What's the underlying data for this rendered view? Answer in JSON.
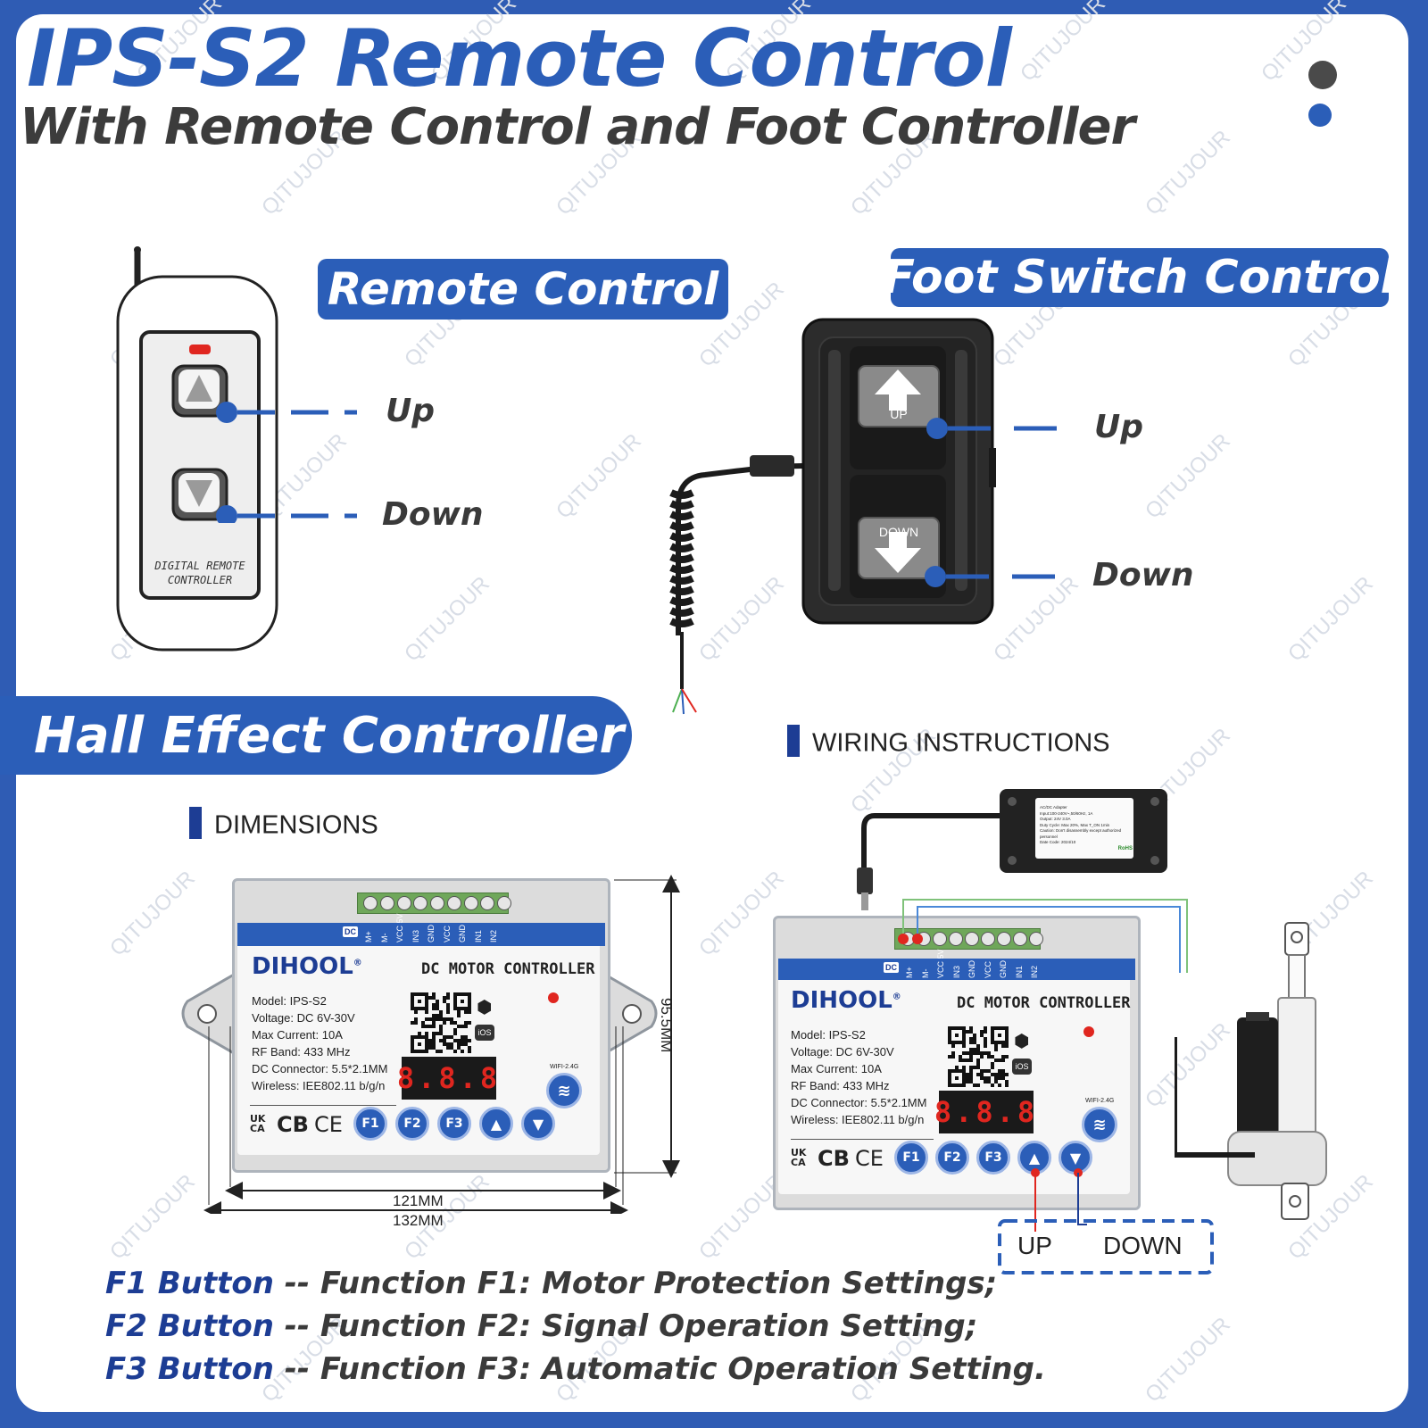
{
  "header": {
    "title": "IPS-S2 Remote Control",
    "subtitle": "With Remote Control and Foot Controller"
  },
  "colors": {
    "accent_blue": "#2b5eb8",
    "dark_blue": "#1d3d94",
    "led_red": "#e0261f",
    "terminal_green": "#6fa75a"
  },
  "remote_section": {
    "title": "Remote Control",
    "device_label_line1": "DIGITAL REMOTE",
    "device_label_line2": "CONTROLLER",
    "up_label": "Up",
    "down_label": "Down"
  },
  "foot_section": {
    "title": "Foot Switch Control",
    "up_button_text": "UP",
    "down_button_text": "DOWN",
    "up_label": "Up",
    "down_label": "Down"
  },
  "hall_section": {
    "title": "Hall Effect Controller",
    "dimensions_heading": "DIMENSIONS",
    "wiring_heading": "WIRING INSTRUCTIONS",
    "dim_inner_width": "121MM",
    "dim_outer_width": "132MM",
    "dim_height": "95.5MM",
    "wiring_up": "UP",
    "wiring_down": "DOWN"
  },
  "controller_unit": {
    "brand": "DIHOOL",
    "brand_mark": "®",
    "product": "DC MOTOR CONTROLLER",
    "dc_badge": "DC",
    "pin_labels": [
      "M+",
      "M-",
      "VCC 5V",
      "IN3",
      "GND",
      "VCC",
      "GND",
      "IN1",
      "IN2"
    ],
    "specs": [
      "Model: IPS-S2",
      "Voltage: DC 6V-30V",
      "Max Current: 10A",
      "RF Band: 433 MHz",
      "DC Connector: 5.5*2.1MM",
      "Wireless: IEE802.11 b/g/n"
    ],
    "display": "8.8.8",
    "ios_badge": "iOS",
    "wifi_label": "WIFI-2.4G",
    "cert_ukca_top": "UK",
    "cert_ukca_bottom": "CA",
    "cert_cb": "CB",
    "cert_ce": "CE",
    "buttons": [
      "F1",
      "F2",
      "F3",
      "▲",
      "▼"
    ]
  },
  "adapter": {
    "label_lines": [
      "AC/DC Adapter",
      "Input:100-240V~,50/60Hz, 1A",
      "Output: 24V     3.0A",
      "Duty Cycle: Max 20%, Max T_ON 1min",
      "Caution: Don't disassembly except authorized",
      "personnel",
      "Date Code: 2024/10"
    ],
    "rohs": "RoHS"
  },
  "functions": [
    {
      "button": "F1 Button",
      "sep": "--",
      "desc": "Function F1: Motor Protection Settings;"
    },
    {
      "button": "F2 Button",
      "sep": "--",
      "desc": "Function F2: Signal Operation Setting;"
    },
    {
      "button": "F3 Button",
      "sep": "--",
      "desc": "Function F3: Automatic Operation Setting."
    }
  ],
  "watermark": "QITUJOUR"
}
